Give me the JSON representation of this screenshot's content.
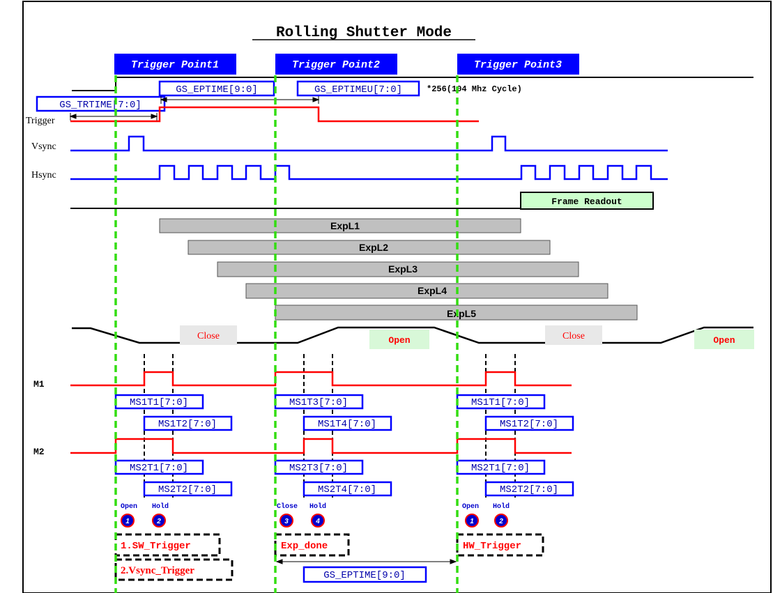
{
  "title": "Rolling Shutter Mode",
  "trigger_points": [
    "Trigger Point1",
    "Trigger Point2",
    "Trigger Point3"
  ],
  "register_labels": {
    "gs_trtime": "GS_TRTIME[7:0]",
    "gs_eptime": "GS_EPTIME[9:0]",
    "gs_eptimeu": "GS_EPTIMEU[7:0]",
    "cycle_note": "*256(104 Mhz Cycle)",
    "gs_eptime_bottom": "GS_EPTIME[9:0]"
  },
  "signals": {
    "trigger": "Trigger",
    "vsync": "Vsync",
    "hsync": "Hsync",
    "m1": "M1",
    "m2": "M2"
  },
  "frame_readout": "Frame Readout",
  "exposure_lines": [
    "ExpL1",
    "ExpL2",
    "ExpL3",
    "ExpL4",
    "ExpL5"
  ],
  "shutter_states": [
    "Close",
    "Open",
    "Close",
    "Open"
  ],
  "m1_timing": [
    "MS1T1[7:0]",
    "MS1T2[7:0]",
    "MS1T3[7:0]",
    "MS1T4[7:0]",
    "MS1T1[7:0]",
    "MS1T2[7:0]"
  ],
  "m2_timing": [
    "MS2T1[7:0]",
    "MS2T2[7:0]",
    "MS2T3[7:0]",
    "MS2T4[7:0]",
    "MS2T1[7:0]",
    "MS2T2[7:0]"
  ],
  "step_labels": [
    "Open",
    "Hold",
    "Close",
    "Hold",
    "Open",
    "Hold"
  ],
  "step_numbers": [
    "1",
    "2",
    "3",
    "4",
    "1",
    "2"
  ],
  "trigger_sources": [
    "1.SW_Trigger",
    "2.Vsync_Trigger",
    "Exp_done",
    "HW_Trigger"
  ],
  "colors": {
    "blue": "#0000ff",
    "box_blue": "#0000ff",
    "red": "#ff0000",
    "green_dash": "#33dd11",
    "exp_gray": "#c0c0c0",
    "readout_green": "#ccffcc",
    "close_bg": "#e8e8e8",
    "open_bg": "#d8f8d8"
  }
}
